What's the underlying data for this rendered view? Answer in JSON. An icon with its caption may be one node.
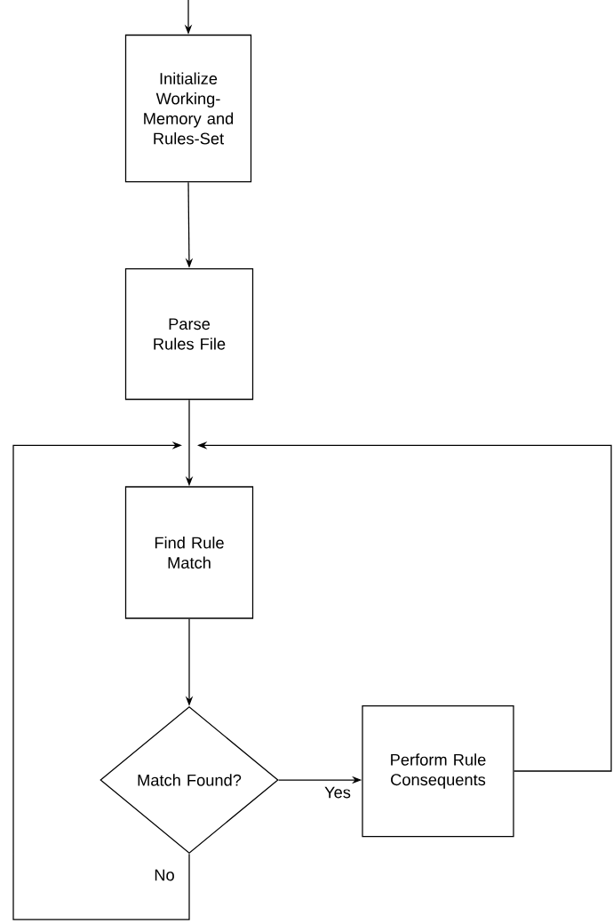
{
  "diagram": {
    "nodes": [
      {
        "text": [
          "Initialize Working-Memory and Rules-Set"
        ]
      },
      {
        "text": [
          "Parse Rules File"
        ]
      },
      {
        "text": [
          "Find Rule Match"
        ]
      },
      {
        "text": [
          "Match Found?"
        ]
      },
      {
        "text": [
          "Perform Rule Consequents"
        ]
      }
    ],
    "edges": [
      {
        "from": null,
        "to": 0,
        "arrow": "to"
      },
      {
        "from": 0,
        "to": 1,
        "arrow": "to"
      },
      {
        "from": 1,
        "to": 2,
        "arrow": "to"
      },
      {
        "from": 2,
        "to": 3,
        "arrow": "to"
      },
      {
        "from": 3,
        "to": 4,
        "arrow": "to",
        "label": "Yes"
      },
      {
        "from": 3,
        "to": 2,
        "arrow": "to",
        "label": "No"
      },
      {
        "from": 4,
        "to": 2,
        "arrow": "to"
      }
    ]
  }
}
